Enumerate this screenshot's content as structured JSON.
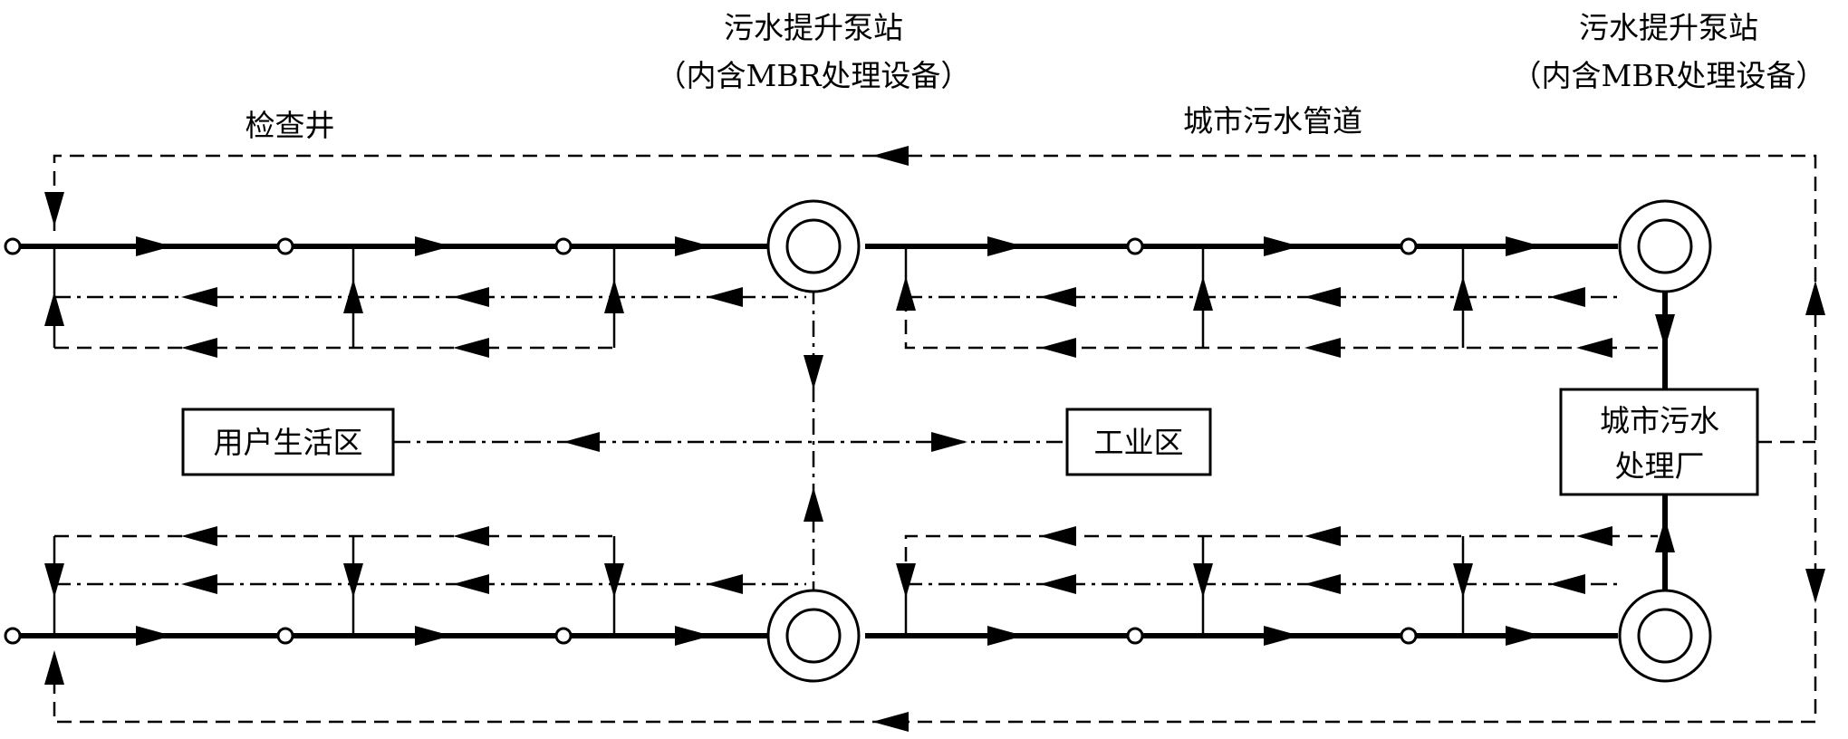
{
  "labels": {
    "pump_station_1_line1": "污水提升泵站",
    "pump_station_1_line2": "（内含MBR处理设备）",
    "pump_station_2_line1": "污水提升泵站",
    "pump_station_2_line2": "（内含MBR处理设备）",
    "inspection_well": "检查井",
    "city_sewer_pipe": "城市污水管道",
    "residential_area": "用户生活区",
    "industrial_area": "工业区",
    "treatment_plant_line1": "城市污水",
    "treatment_plant_line2": "处理厂"
  }
}
